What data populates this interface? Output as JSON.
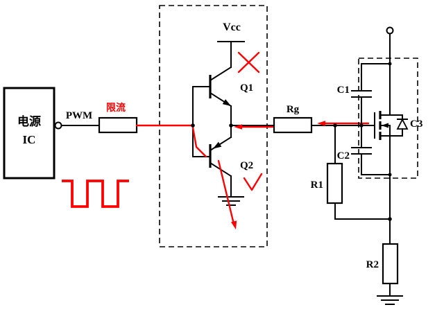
{
  "title": "PWM MOSFET gate drive circuit schematic",
  "colors": {
    "wire": "#000000",
    "highlight": "#ff0000",
    "background": "#ffffff"
  },
  "labels": {
    "power_ic_line1": "电源",
    "power_ic_line2": "IC",
    "pwm": "PWM",
    "current_limit": "限流",
    "vcc": "Vcc",
    "q1": "Q1",
    "q2": "Q2",
    "rg": "Rg",
    "c1": "C1",
    "c2": "C2",
    "c3": "C3",
    "r1": "R1",
    "r2": "R2"
  }
}
